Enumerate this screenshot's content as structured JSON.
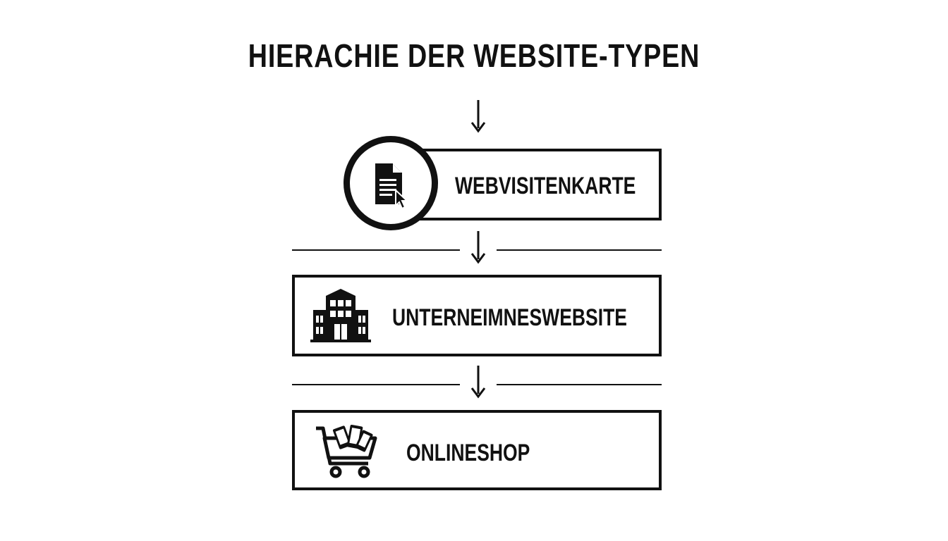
{
  "title": "HIERACHIE DER WEBSITE-TYPEN",
  "nodes": [
    {
      "label": "WEBVISITENKARTE",
      "icon": "document-cursor-icon"
    },
    {
      "label": "UNTERNEIMNESWEBSITE",
      "icon": "building-icon"
    },
    {
      "label": "ONLINESHOP",
      "icon": "shopping-cart-icon"
    }
  ],
  "colors": {
    "stroke": "#111111",
    "background": "#ffffff"
  }
}
